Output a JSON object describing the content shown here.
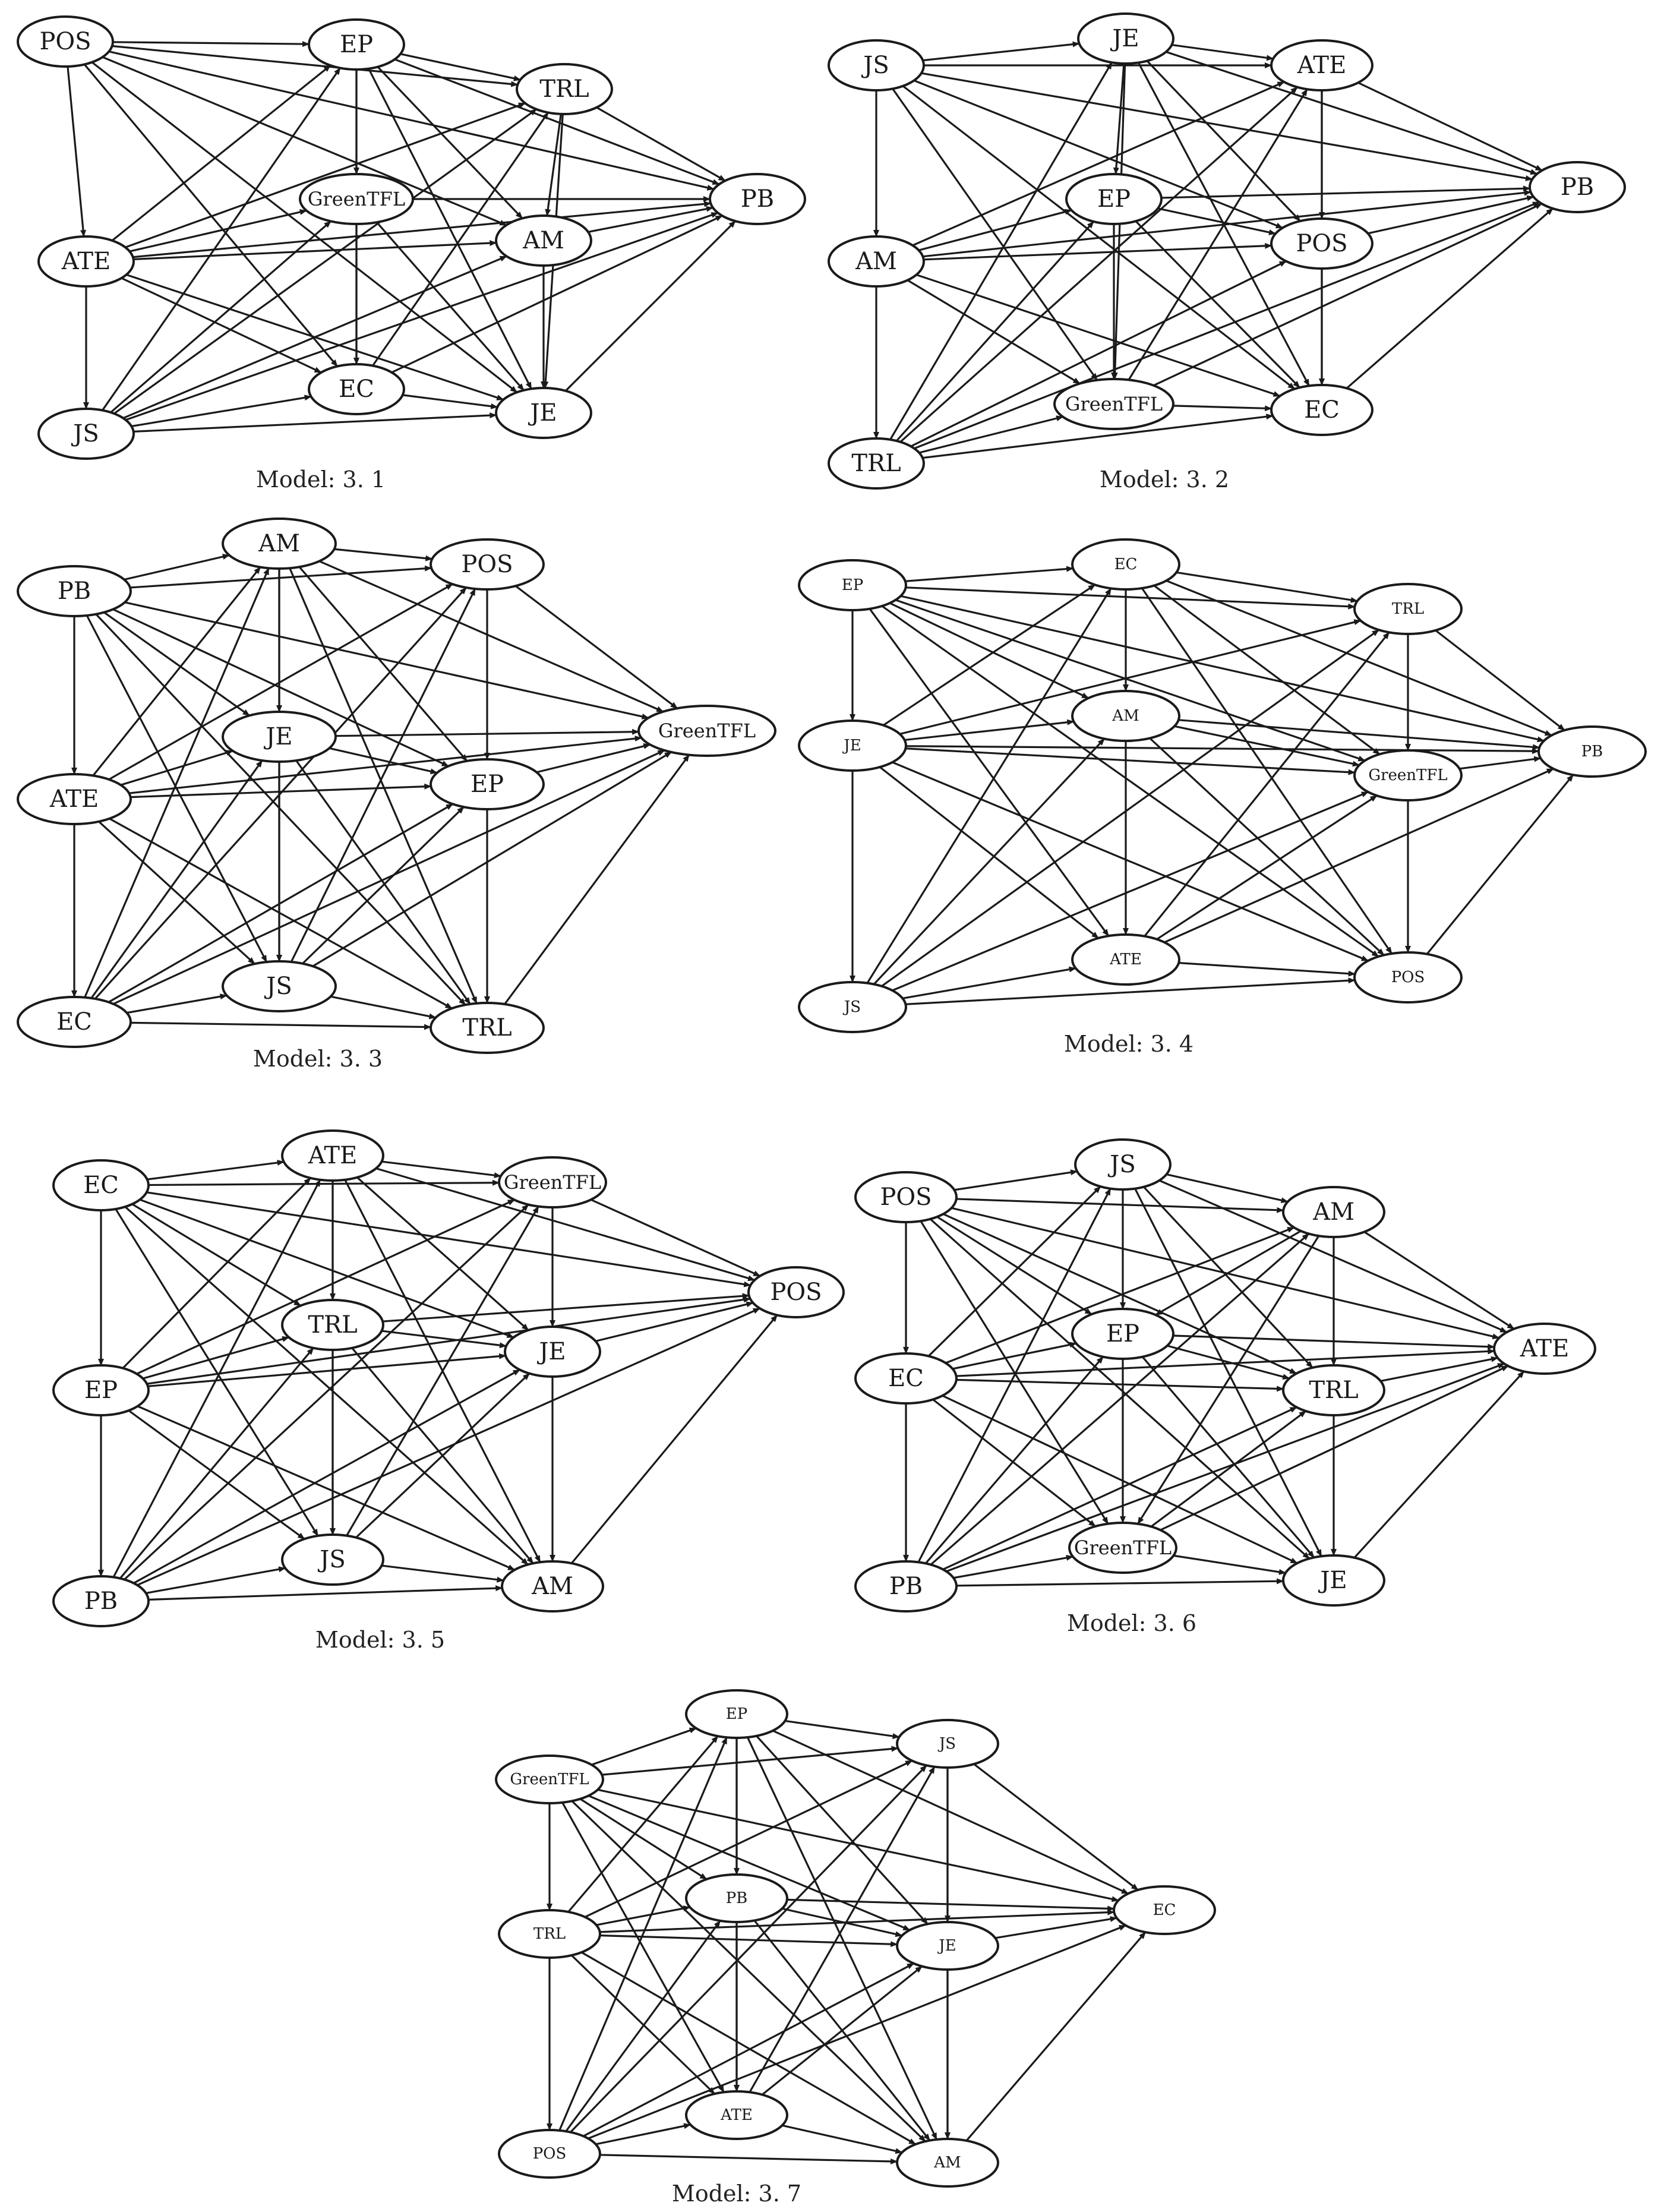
{
  "models": [
    {
      "id": "3.1",
      "caption": "Model: 3. 1",
      "nodes": [
        "POS",
        "EP",
        "TRL",
        "GreenTFL",
        "PB",
        "ATE",
        "AM",
        "EC",
        "JS",
        "JE"
      ],
      "edges": [
        [
          "POS",
          "EP"
        ],
        [
          "POS",
          "TRL"
        ],
        [
          "POS",
          "PB"
        ],
        [
          "POS",
          "ATE"
        ],
        [
          "POS",
          "AM"
        ],
        [
          "POS",
          "EC"
        ],
        [
          "POS",
          "JE"
        ],
        [
          "EP",
          "TRL"
        ],
        [
          "EP",
          "GreenTFL"
        ],
        [
          "EP",
          "PB"
        ],
        [
          "EP",
          "AM"
        ],
        [
          "EP",
          "EC"
        ],
        [
          "EP",
          "JE"
        ],
        [
          "TRL",
          "PB"
        ],
        [
          "TRL",
          "AM"
        ],
        [
          "TRL",
          "JE"
        ],
        [
          "GreenTFL",
          "PB"
        ],
        [
          "GreenTFL",
          "EC"
        ],
        [
          "GreenTFL",
          "JE"
        ],
        [
          "ATE",
          "GreenTFL"
        ],
        [
          "ATE",
          "PB"
        ],
        [
          "ATE",
          "AM"
        ],
        [
          "ATE",
          "EC"
        ],
        [
          "ATE",
          "JE"
        ],
        [
          "ATE",
          "JS"
        ],
        [
          "ATE",
          "EP"
        ],
        [
          "ATE",
          "TRL"
        ],
        [
          "AM",
          "PB"
        ],
        [
          "AM",
          "JE"
        ],
        [
          "EC",
          "TRL"
        ],
        [
          "EC",
          "PB"
        ],
        [
          "EC",
          "JE"
        ],
        [
          "JS",
          "EP"
        ],
        [
          "JS",
          "TRL"
        ],
        [
          "JS",
          "GreenTFL"
        ],
        [
          "JS",
          "AM"
        ],
        [
          "JS",
          "EC"
        ],
        [
          "JS",
          "JE"
        ],
        [
          "JS",
          "PB"
        ],
        [
          "JE",
          "PB"
        ]
      ]
    },
    {
      "id": "3.2",
      "caption": "Model: 3. 2",
      "nodes": [
        "JS",
        "JE",
        "ATE",
        "EP",
        "PB",
        "AM",
        "POS",
        "GreenTFL",
        "TRL",
        "EC"
      ],
      "edges": [
        [
          "JS",
          "JE"
        ],
        [
          "JS",
          "ATE"
        ],
        [
          "JS",
          "PB"
        ],
        [
          "JS",
          "AM"
        ],
        [
          "JS",
          "POS"
        ],
        [
          "JS",
          "EC"
        ],
        [
          "JS",
          "GreenTFL"
        ],
        [
          "JE",
          "ATE"
        ],
        [
          "JE",
          "EP"
        ],
        [
          "JE",
          "PB"
        ],
        [
          "JE",
          "POS"
        ],
        [
          "JE",
          "EC"
        ],
        [
          "JE",
          "GreenTFL"
        ],
        [
          "ATE",
          "PB"
        ],
        [
          "ATE",
          "POS"
        ],
        [
          "ATE",
          "EC"
        ],
        [
          "EP",
          "PB"
        ],
        [
          "EP",
          "POS"
        ],
        [
          "EP",
          "GreenTFL"
        ],
        [
          "EP",
          "EC"
        ],
        [
          "AM",
          "EP"
        ],
        [
          "AM",
          "PB"
        ],
        [
          "AM",
          "POS"
        ],
        [
          "AM",
          "EC"
        ],
        [
          "AM",
          "TRL"
        ],
        [
          "AM",
          "GreenTFL"
        ],
        [
          "AM",
          "ATE"
        ],
        [
          "POS",
          "PB"
        ],
        [
          "POS",
          "EC"
        ],
        [
          "GreenTFL",
          "ATE"
        ],
        [
          "GreenTFL",
          "PB"
        ],
        [
          "GreenTFL",
          "EC"
        ],
        [
          "TRL",
          "JE"
        ],
        [
          "TRL",
          "ATE"
        ],
        [
          "TRL",
          "EP"
        ],
        [
          "TRL",
          "POS"
        ],
        [
          "TRL",
          "GreenTFL"
        ],
        [
          "TRL",
          "EC"
        ],
        [
          "TRL",
          "PB"
        ],
        [
          "EC",
          "PB"
        ]
      ]
    },
    {
      "id": "3.3",
      "caption": "Model: 3. 3",
      "nodes": [
        "AM",
        "PB",
        "POS",
        "JE",
        "GreenTFL",
        "ATE",
        "EP",
        "JS",
        "EC",
        "TRL"
      ],
      "edges": [
        [
          "PB",
          "AM"
        ],
        [
          "PB",
          "POS"
        ],
        [
          "PB",
          "JE"
        ],
        [
          "PB",
          "GreenTFL"
        ],
        [
          "PB",
          "ATE"
        ],
        [
          "PB",
          "EP"
        ],
        [
          "PB",
          "JS"
        ],
        [
          "PB",
          "TRL"
        ],
        [
          "AM",
          "POS"
        ],
        [
          "AM",
          "JE"
        ],
        [
          "AM",
          "GreenTFL"
        ],
        [
          "AM",
          "EP"
        ],
        [
          "AM",
          "TRL"
        ],
        [
          "AM",
          "JS"
        ],
        [
          "POS",
          "GreenTFL"
        ],
        [
          "POS",
          "EP"
        ],
        [
          "JE",
          "GreenTFL"
        ],
        [
          "JE",
          "EP"
        ],
        [
          "JE",
          "JS"
        ],
        [
          "JE",
          "TRL"
        ],
        [
          "ATE",
          "AM"
        ],
        [
          "ATE",
          "POS"
        ],
        [
          "ATE",
          "JE"
        ],
        [
          "ATE",
          "GreenTFL"
        ],
        [
          "ATE",
          "EP"
        ],
        [
          "ATE",
          "EC"
        ],
        [
          "ATE",
          "JS"
        ],
        [
          "ATE",
          "TRL"
        ],
        [
          "EP",
          "GreenTFL"
        ],
        [
          "EP",
          "TRL"
        ],
        [
          "JS",
          "POS"
        ],
        [
          "JS",
          "EP"
        ],
        [
          "JS",
          "GreenTFL"
        ],
        [
          "JS",
          "TRL"
        ],
        [
          "EC",
          "AM"
        ],
        [
          "EC",
          "POS"
        ],
        [
          "EC",
          "JE"
        ],
        [
          "EC",
          "GreenTFL"
        ],
        [
          "EC",
          "EP"
        ],
        [
          "EC",
          "JS"
        ],
        [
          "EC",
          "TRL"
        ],
        [
          "TRL",
          "GreenTFL"
        ]
      ]
    },
    {
      "id": "3.4",
      "caption": "Model: 3. 4",
      "nodes": [
        "EP",
        "EC",
        "TRL",
        "AM",
        "JE",
        "GreenTFL",
        "PB",
        "ATE",
        "POS",
        "JS"
      ],
      "edges": [
        [
          "EP",
          "EC"
        ],
        [
          "EP",
          "TRL"
        ],
        [
          "EP",
          "AM"
        ],
        [
          "EP",
          "GreenTFL"
        ],
        [
          "EP",
          "PB"
        ],
        [
          "EP",
          "ATE"
        ],
        [
          "EP",
          "POS"
        ],
        [
          "EP",
          "JE"
        ],
        [
          "EC",
          "TRL"
        ],
        [
          "EC",
          "AM"
        ],
        [
          "EC",
          "GreenTFL"
        ],
        [
          "EC",
          "PB"
        ],
        [
          "EC",
          "POS"
        ],
        [
          "TRL",
          "GreenTFL"
        ],
        [
          "TRL",
          "PB"
        ],
        [
          "AM",
          "GreenTFL"
        ],
        [
          "AM",
          "PB"
        ],
        [
          "AM",
          "POS"
        ],
        [
          "AM",
          "ATE"
        ],
        [
          "JE",
          "EC"
        ],
        [
          "JE",
          "TRL"
        ],
        [
          "JE",
          "AM"
        ],
        [
          "JE",
          "GreenTFL"
        ],
        [
          "JE",
          "PB"
        ],
        [
          "JE",
          "ATE"
        ],
        [
          "JE",
          "POS"
        ],
        [
          "JE",
          "JS"
        ],
        [
          "GreenTFL",
          "PB"
        ],
        [
          "GreenTFL",
          "POS"
        ],
        [
          "ATE",
          "TRL"
        ],
        [
          "ATE",
          "GreenTFL"
        ],
        [
          "ATE",
          "POS"
        ],
        [
          "ATE",
          "PB"
        ],
        [
          "POS",
          "PB"
        ],
        [
          "JS",
          "EC"
        ],
        [
          "JS",
          "TRL"
        ],
        [
          "JS",
          "AM"
        ],
        [
          "JS",
          "GreenTFL"
        ],
        [
          "JS",
          "ATE"
        ],
        [
          "JS",
          "POS"
        ]
      ]
    },
    {
      "id": "3.5",
      "caption": "Model: 3. 5",
      "nodes": [
        "ATE",
        "EC",
        "GreenTFL",
        "TRL",
        "POS",
        "EP",
        "JE",
        "JS",
        "PB",
        "AM"
      ],
      "edges": [
        [
          "EC",
          "ATE"
        ],
        [
          "EC",
          "GreenTFL"
        ],
        [
          "EC",
          "POS"
        ],
        [
          "EC",
          "TRL"
        ],
        [
          "EC",
          "JE"
        ],
        [
          "EC",
          "JS"
        ],
        [
          "EC",
          "AM"
        ],
        [
          "EC",
          "EP"
        ],
        [
          "ATE",
          "GreenTFL"
        ],
        [
          "ATE",
          "POS"
        ],
        [
          "ATE",
          "TRL"
        ],
        [
          "ATE",
          "JE"
        ],
        [
          "ATE",
          "JS"
        ],
        [
          "ATE",
          "AM"
        ],
        [
          "GreenTFL",
          "POS"
        ],
        [
          "GreenTFL",
          "JE"
        ],
        [
          "TRL",
          "POS"
        ],
        [
          "TRL",
          "JE"
        ],
        [
          "TRL",
          "JS"
        ],
        [
          "TRL",
          "AM"
        ],
        [
          "EP",
          "ATE"
        ],
        [
          "EP",
          "GreenTFL"
        ],
        [
          "EP",
          "TRL"
        ],
        [
          "EP",
          "POS"
        ],
        [
          "EP",
          "JE"
        ],
        [
          "EP",
          "JS"
        ],
        [
          "EP",
          "AM"
        ],
        [
          "EP",
          "PB"
        ],
        [
          "JE",
          "POS"
        ],
        [
          "JE",
          "AM"
        ],
        [
          "JS",
          "GreenTFL"
        ],
        [
          "JS",
          "JE"
        ],
        [
          "JS",
          "AM"
        ],
        [
          "PB",
          "ATE"
        ],
        [
          "PB",
          "GreenTFL"
        ],
        [
          "PB",
          "TRL"
        ],
        [
          "PB",
          "JE"
        ],
        [
          "PB",
          "JS"
        ],
        [
          "PB",
          "AM"
        ],
        [
          "PB",
          "POS"
        ],
        [
          "AM",
          "POS"
        ]
      ]
    },
    {
      "id": "3.6",
      "caption": "Model: 3. 6",
      "nodes": [
        "JS",
        "POS",
        "AM",
        "EP",
        "ATE",
        "EC",
        "TRL",
        "GreenTFL",
        "PB",
        "JE"
      ],
      "edges": [
        [
          "POS",
          "JS"
        ],
        [
          "POS",
          "AM"
        ],
        [
          "POS",
          "EP"
        ],
        [
          "POS",
          "ATE"
        ],
        [
          "POS",
          "TRL"
        ],
        [
          "POS",
          "GreenTFL"
        ],
        [
          "POS",
          "JE"
        ],
        [
          "POS",
          "EC"
        ],
        [
          "JS",
          "AM"
        ],
        [
          "JS",
          "EP"
        ],
        [
          "JS",
          "ATE"
        ],
        [
          "JS",
          "TRL"
        ],
        [
          "JS",
          "JE"
        ],
        [
          "AM",
          "ATE"
        ],
        [
          "AM",
          "TRL"
        ],
        [
          "AM",
          "GreenTFL"
        ],
        [
          "AM",
          "EP"
        ],
        [
          "EP",
          "ATE"
        ],
        [
          "EP",
          "TRL"
        ],
        [
          "EP",
          "GreenTFL"
        ],
        [
          "EP",
          "JE"
        ],
        [
          "EC",
          "JS"
        ],
        [
          "EC",
          "AM"
        ],
        [
          "EC",
          "EP"
        ],
        [
          "EC",
          "ATE"
        ],
        [
          "EC",
          "TRL"
        ],
        [
          "EC",
          "GreenTFL"
        ],
        [
          "EC",
          "JE"
        ],
        [
          "EC",
          "PB"
        ],
        [
          "TRL",
          "ATE"
        ],
        [
          "TRL",
          "JE"
        ],
        [
          "GreenTFL",
          "ATE"
        ],
        [
          "GreenTFL",
          "TRL"
        ],
        [
          "GreenTFL",
          "JE"
        ],
        [
          "PB",
          "JS"
        ],
        [
          "PB",
          "AM"
        ],
        [
          "PB",
          "EP"
        ],
        [
          "PB",
          "TRL"
        ],
        [
          "PB",
          "GreenTFL"
        ],
        [
          "PB",
          "JE"
        ],
        [
          "PB",
          "ATE"
        ],
        [
          "JE",
          "ATE"
        ]
      ]
    },
    {
      "id": "3.7",
      "caption": "Model: 3. 7",
      "nodes": [
        "EP",
        "GreenTFL",
        "JS",
        "PB",
        "EC",
        "TRL",
        "JE",
        "ATE",
        "POS",
        "AM"
      ],
      "edges": [
        [
          "GreenTFL",
          "EP"
        ],
        [
          "GreenTFL",
          "JS"
        ],
        [
          "GreenTFL",
          "PB"
        ],
        [
          "GreenTFL",
          "EC"
        ],
        [
          "GreenTFL",
          "JE"
        ],
        [
          "GreenTFL",
          "ATE"
        ],
        [
          "GreenTFL",
          "AM"
        ],
        [
          "GreenTFL",
          "TRL"
        ],
        [
          "EP",
          "JS"
        ],
        [
          "EP",
          "PB"
        ],
        [
          "EP",
          "EC"
        ],
        [
          "EP",
          "JE"
        ],
        [
          "EP",
          "ATE"
        ],
        [
          "EP",
          "AM"
        ],
        [
          "JS",
          "EC"
        ],
        [
          "JS",
          "JE"
        ],
        [
          "JS",
          "AM"
        ],
        [
          "PB",
          "EC"
        ],
        [
          "PB",
          "JE"
        ],
        [
          "PB",
          "ATE"
        ],
        [
          "PB",
          "AM"
        ],
        [
          "TRL",
          "EP"
        ],
        [
          "TRL",
          "JS"
        ],
        [
          "TRL",
          "PB"
        ],
        [
          "TRL",
          "EC"
        ],
        [
          "TRL",
          "JE"
        ],
        [
          "TRL",
          "ATE"
        ],
        [
          "TRL",
          "AM"
        ],
        [
          "TRL",
          "POS"
        ],
        [
          "JE",
          "EC"
        ],
        [
          "JE",
          "AM"
        ],
        [
          "ATE",
          "JS"
        ],
        [
          "ATE",
          "JE"
        ],
        [
          "ATE",
          "AM"
        ],
        [
          "POS",
          "EP"
        ],
        [
          "POS",
          "JS"
        ],
        [
          "POS",
          "PB"
        ],
        [
          "POS",
          "JE"
        ],
        [
          "POS",
          "ATE"
        ],
        [
          "POS",
          "AM"
        ],
        [
          "POS",
          "EC"
        ],
        [
          "AM",
          "EC"
        ]
      ]
    }
  ]
}
